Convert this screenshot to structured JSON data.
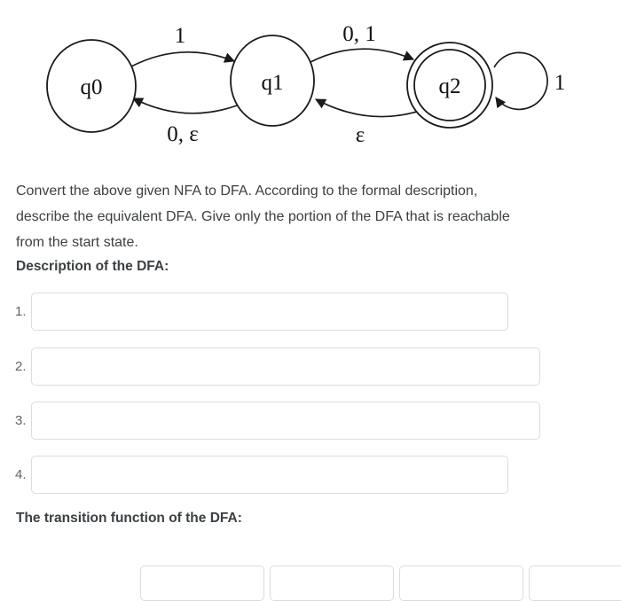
{
  "nfa_diagram": {
    "description": "NFA state diagram",
    "states": [
      {
        "label": "q0",
        "accepting": false,
        "start": true
      },
      {
        "label": "q1",
        "accepting": false,
        "start": false
      },
      {
        "label": "q2",
        "accepting": true,
        "start": false
      }
    ],
    "transitions": [
      {
        "from": "q0",
        "to": "q1",
        "label": "1"
      },
      {
        "from": "q1",
        "to": "q0",
        "label": "0, ε"
      },
      {
        "from": "q1",
        "to": "q2",
        "label": "0, 1"
      },
      {
        "from": "q2",
        "to": "q1",
        "label": "ε"
      },
      {
        "from": "q2",
        "to": "q2",
        "label": "1"
      }
    ]
  },
  "question": {
    "prompt_lines": [
      "Convert the above given NFA to DFA. According to the formal description,",
      "describe the equivalent DFA. Give only the portion of the DFA that is reachable",
      "from the start state."
    ],
    "description_heading": "Description of the DFA:",
    "description_items": [
      {
        "number": "1.",
        "value": ""
      },
      {
        "number": "2.",
        "value": ""
      },
      {
        "number": "3.",
        "value": ""
      },
      {
        "number": "4.",
        "value": ""
      }
    ],
    "transition_function_heading": "The transition function of the DFA:",
    "transition_table_inputs": [
      {
        "value": ""
      },
      {
        "value": ""
      },
      {
        "value": ""
      },
      {
        "value": ""
      }
    ]
  },
  "colors": {
    "body_text": "#3c4043",
    "list_number": "#5f6368",
    "input_border": "#dadce0",
    "diagram_ink": "#1a1a1a",
    "background": "#ffffff"
  }
}
